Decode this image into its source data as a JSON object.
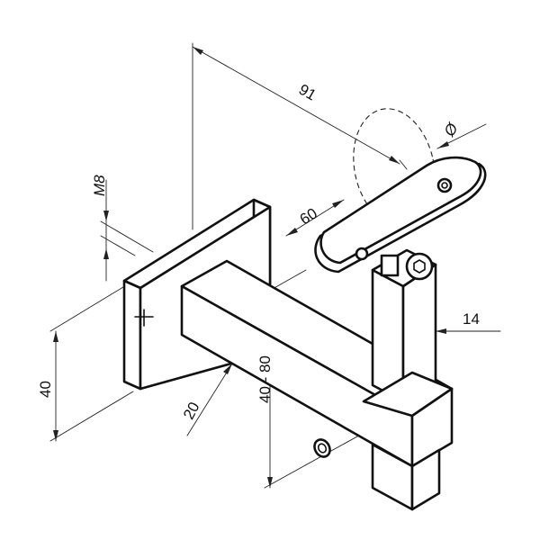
{
  "drawing": {
    "dimensions": {
      "overall_projection": "91",
      "handrail_diameter": "Ø",
      "arm_length": "60",
      "thread": "M8",
      "post_width": "14",
      "plate_height": "40",
      "arm_width": "20",
      "height_range": "40 - 80"
    }
  }
}
